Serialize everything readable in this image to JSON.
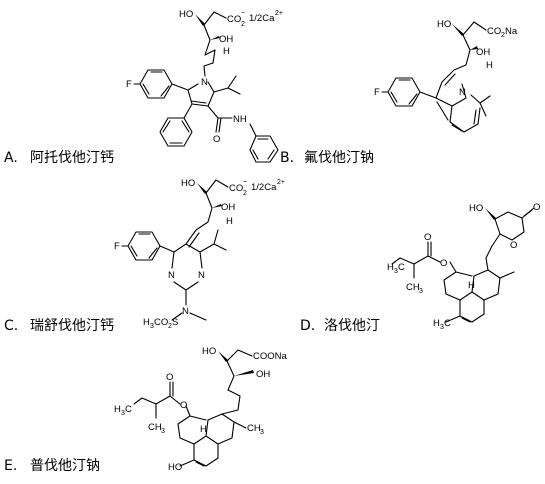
{
  "options": [
    {
      "letter": "A.",
      "name": "阿托伐他汀钙"
    },
    {
      "letter": "B.",
      "name": "氟伐他汀钠"
    },
    {
      "letter": "C.",
      "name": "瑞舒伐他汀钙"
    },
    {
      "letter": "D.",
      "name": "洛伐他汀"
    },
    {
      "letter": "E.",
      "name": "普伐他汀钠"
    }
  ],
  "atoms": {
    "ho": "HO",
    "oh": "OH",
    "h": "H",
    "f": "F",
    "n": "N",
    "o": "O",
    "co2": "CO",
    "co2_sub": "2",
    "co2_sup": "−",
    "half_ca": "1/2Ca",
    "ca_sup": "2+",
    "co2na": "CO",
    "co2na_rest": "Na",
    "co2na_sub": "2",
    "coona": "COONa",
    "nh": "NH",
    "h3co2s": "H",
    "h3co2s_sub1": "3",
    "h3co2s_rest": "CO",
    "h3co2s_sub2": "2",
    "h3co2s_s": "S",
    "ch3": "CH",
    "ch3_sub": "3",
    "h3c": "H",
    "h3c_sub": "3",
    "h3c_c": "C"
  }
}
